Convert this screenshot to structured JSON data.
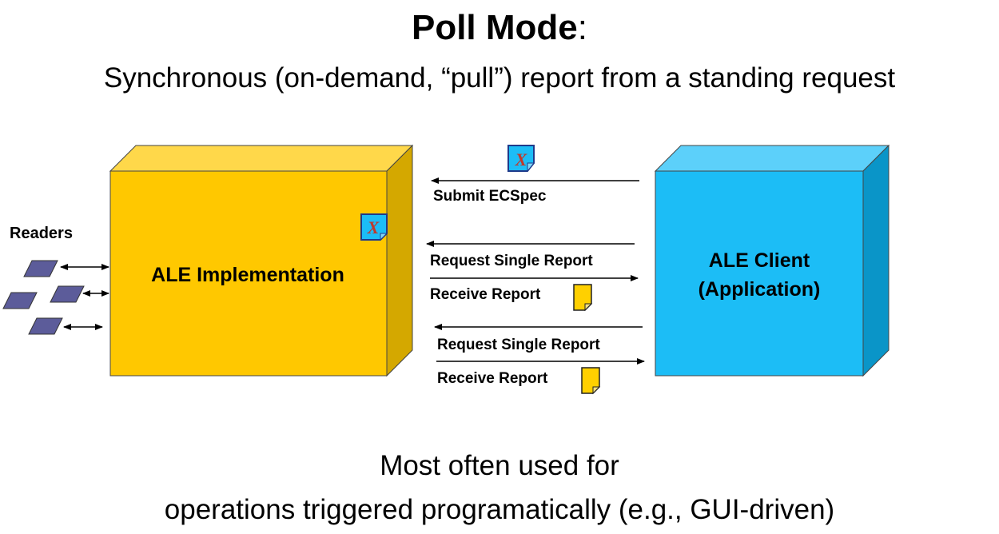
{
  "title": {
    "bold": "Poll Mode",
    "suffix": ":"
  },
  "subtitle": "Synchronous (on-demand, “pull”) report from a standing request",
  "readers": {
    "label": "Readers"
  },
  "ale_implementation": {
    "label": "ALE Implementation",
    "color": "#FFC800"
  },
  "ale_client": {
    "line1": "ALE Client",
    "line2": "(Application)",
    "color": "#1CBDF6"
  },
  "spec_icon": {
    "glyph": "X"
  },
  "messages": {
    "submit_ecspec": "Submit ECSpec",
    "request_1": "Request Single Report",
    "receive_1": "Receive Report",
    "request_2": "Request Single Report",
    "receive_2": "Receive Report"
  },
  "footer": {
    "line1": "Most often used for",
    "line2": "operations triggered programatically (e.g., GUI-driven)"
  }
}
